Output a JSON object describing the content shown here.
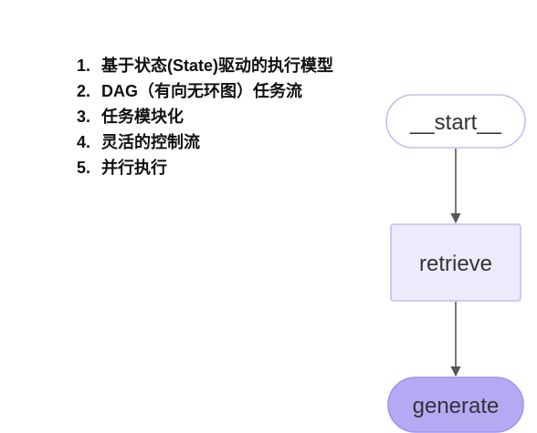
{
  "feature_list": [
    {
      "number": "1.",
      "text": "基于状态(State)驱动的执行模型"
    },
    {
      "number": "2.",
      "text": "DAG（有向无环图）任务流"
    },
    {
      "number": "3.",
      "text": "任务模块化"
    },
    {
      "number": "4.",
      "text": "灵活的控制流"
    },
    {
      "number": "5.",
      "text": "并行执行"
    }
  ],
  "graph": {
    "nodes": [
      {
        "id": "start",
        "label": "__start__"
      },
      {
        "id": "retrieve",
        "label": "retrieve"
      },
      {
        "id": "generate",
        "label": "generate"
      }
    ],
    "edges": [
      {
        "from": "start",
        "to": "retrieve"
      },
      {
        "from": "retrieve",
        "to": "generate"
      }
    ],
    "colors": {
      "start_fill": "#ffffff",
      "start_stroke": "#c5bdf2",
      "retrieve_fill": "#ecebfd",
      "retrieve_stroke": "#c5bdf2",
      "generate_fill": "#b6a9f4",
      "generate_stroke": "#a293ef",
      "edge": "#555555"
    }
  }
}
